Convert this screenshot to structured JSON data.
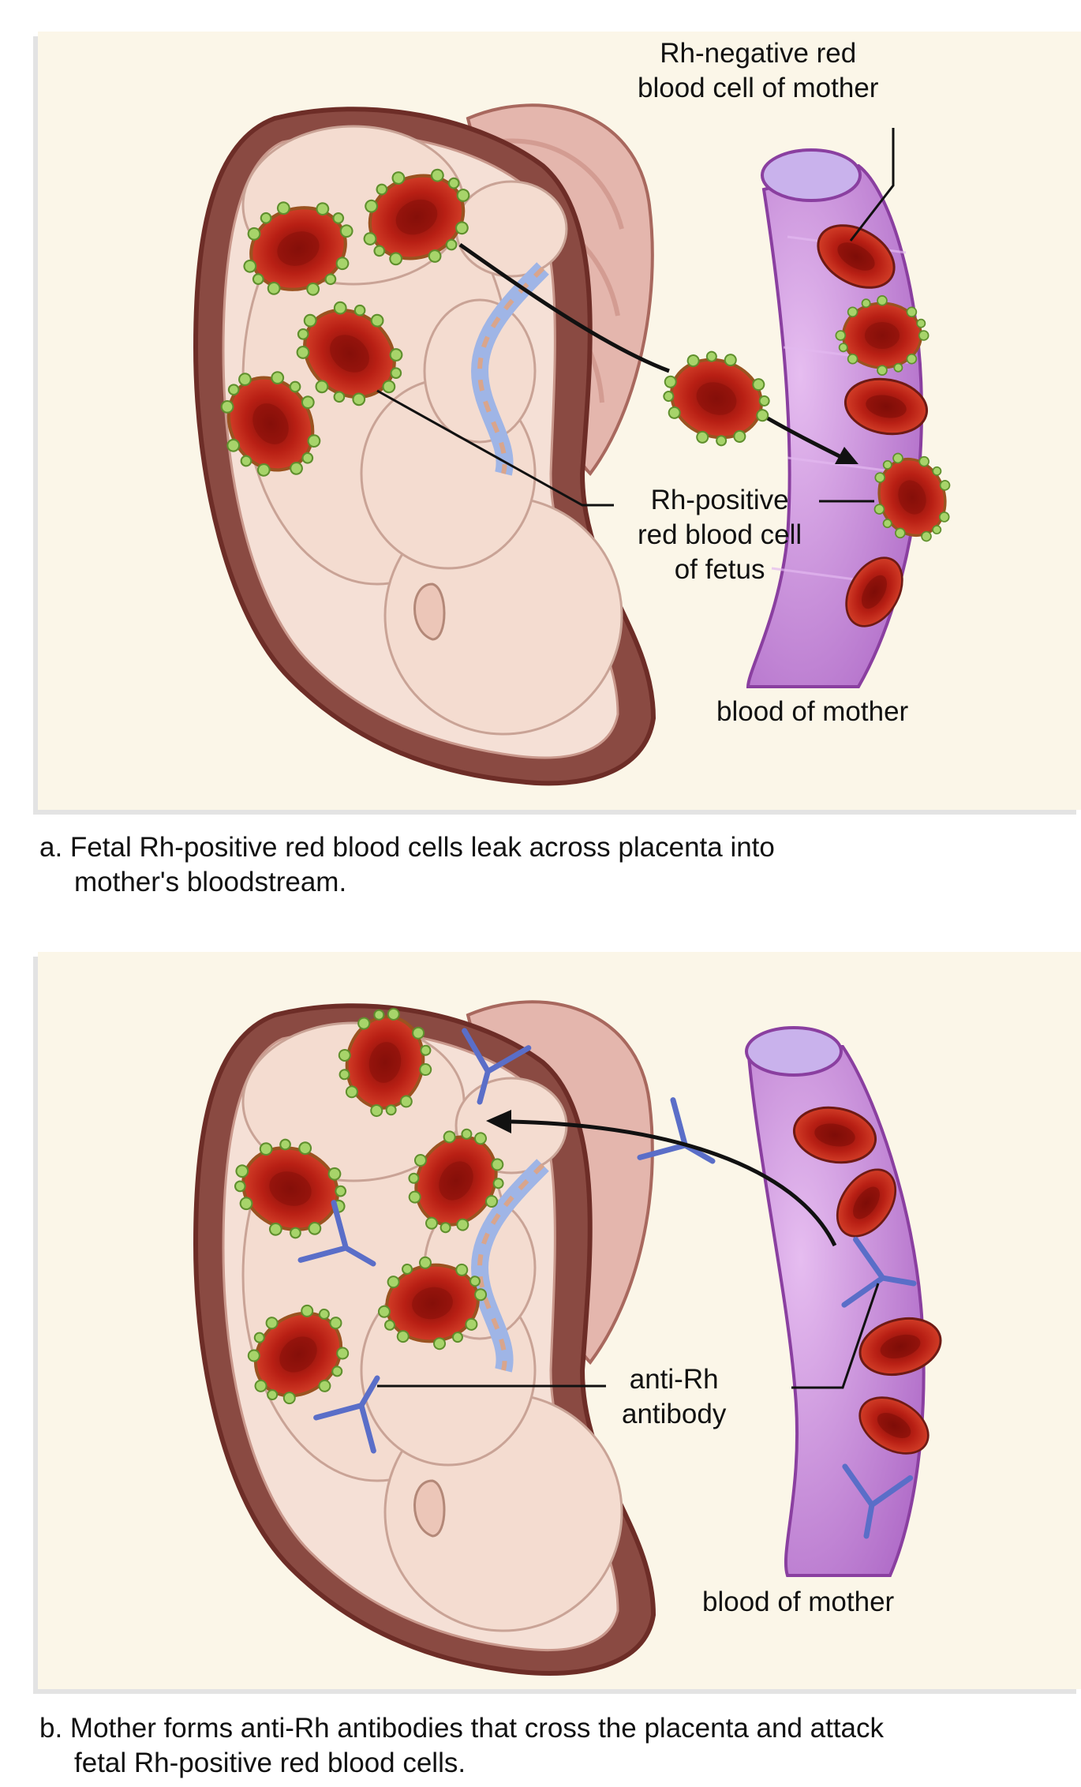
{
  "panel_a": {
    "label_rh_negative": [
      "Rh-negative red",
      "blood cell of mother"
    ],
    "label_rh_positive": [
      "Rh-positive",
      "red blood cell",
      "of fetus"
    ],
    "label_blood_of_mother": "blood of mother",
    "caption": [
      "a. Fetal Rh-positive red blood cells leak across placenta into",
      "mother's bloodstream."
    ]
  },
  "panel_b": {
    "label_antibody": [
      "anti-Rh",
      "antibody"
    ],
    "label_blood_of_mother": "blood of mother",
    "caption": [
      "b. Mother forms anti-Rh antibodies that cross the placenta and attack",
      "fetal Rh-positive red blood cells."
    ]
  },
  "colors": {
    "panel_bg": "#fbf6e8",
    "uterus_wall": "#7a3a34",
    "fetus_skin": "#f4dcd0",
    "rbc_red": "#b81f14",
    "antigen_green": "#9acd5a",
    "vessel_purple": "#c07fd0",
    "antibody_blue": "#5a6ec8",
    "placenta": "#d7a39a"
  }
}
